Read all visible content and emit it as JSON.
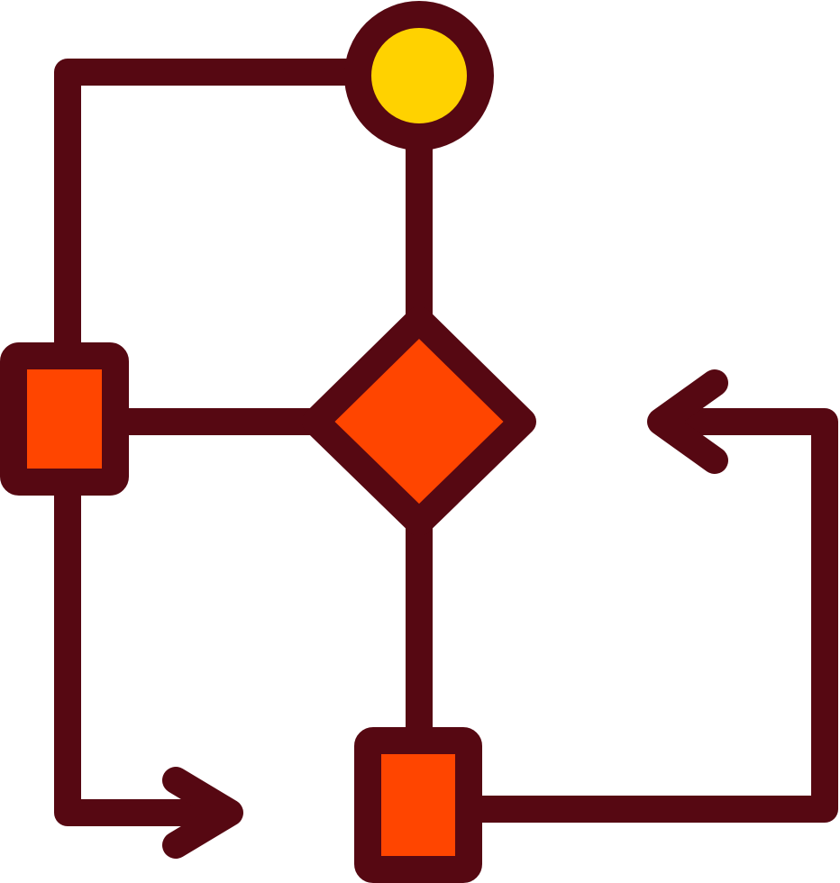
{
  "diagram": {
    "kind": "flowchart-icon",
    "nodes": [
      {
        "id": "start",
        "shape": "circle",
        "icon": "start-circle"
      },
      {
        "id": "decision",
        "shape": "diamond",
        "icon": "decision-diamond"
      },
      {
        "id": "process-left",
        "shape": "rectangle",
        "icon": "process-box"
      },
      {
        "id": "process-bottom",
        "shape": "rectangle",
        "icon": "process-box"
      }
    ],
    "connectors": [
      {
        "from": "start",
        "to": "decision",
        "arrow": false
      },
      {
        "from": "start",
        "to": "process-left",
        "arrow": false
      },
      {
        "from": "process-left",
        "to": "decision",
        "arrow": false
      },
      {
        "from": "decision",
        "to": "process-bottom",
        "arrow": false
      },
      {
        "from": "process-left",
        "to": "outgoing-right",
        "arrow": true
      },
      {
        "from": "process-bottom",
        "to": "incoming-left",
        "arrow": true
      }
    ],
    "colors": {
      "outline": "#560812",
      "start_fill": "#FFD200",
      "node_fill": "#FF4500",
      "background": "#FFFFFF"
    }
  }
}
